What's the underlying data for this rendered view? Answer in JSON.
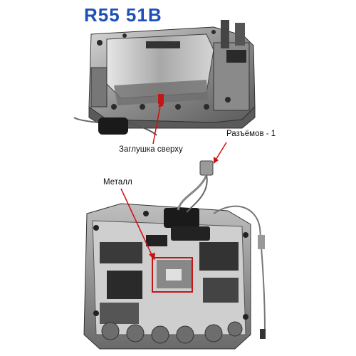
{
  "title": "R55 51B",
  "labels": {
    "top_plug": "Заглушка сверху",
    "connectors": "Разъёмов - 1",
    "metal": "Металл"
  },
  "colors": {
    "title": "#1d4fb8",
    "arrow": "#d01010",
    "highlight_box": "#c01818"
  }
}
